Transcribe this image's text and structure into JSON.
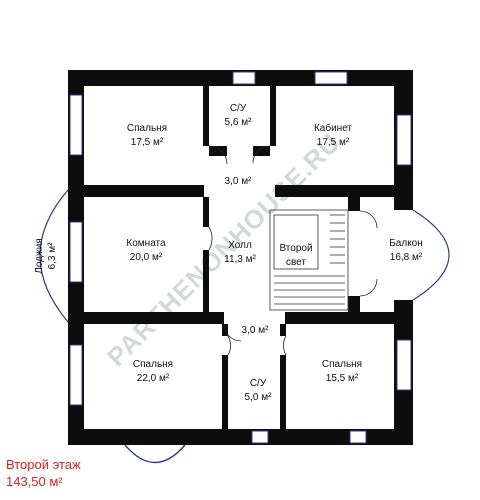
{
  "watermark": "PARTHENONHOUSE.RU",
  "rooms": [
    {
      "id": "bedroom1",
      "name": "Спальня",
      "area": "17,5 м²"
    },
    {
      "id": "wc1",
      "name": "С/У",
      "area": "5,6 м²"
    },
    {
      "id": "office",
      "name": "Кабинет",
      "area": "17,5 м²"
    },
    {
      "id": "corridor1",
      "name": "",
      "area": "3,0 м²"
    },
    {
      "id": "room",
      "name": "Комната",
      "area": "20,0 м²"
    },
    {
      "id": "hall",
      "name": "Холл",
      "area": "11,3 м²"
    },
    {
      "id": "second-light1",
      "name": "Второй",
      "area": ""
    },
    {
      "id": "second-light2",
      "name": "свет",
      "area": ""
    },
    {
      "id": "balcony",
      "name": "Балкон",
      "area": "16,8 м²"
    },
    {
      "id": "loggia",
      "name": "Лоджия",
      "area": "6,3 м²"
    },
    {
      "id": "corridor2",
      "name": "",
      "area": "3,0 м²"
    },
    {
      "id": "bedroom2",
      "name": "Спальня",
      "area": "22,0 м²"
    },
    {
      "id": "wc2",
      "name": "С/У",
      "area": "5,0 м²"
    },
    {
      "id": "bedroom3",
      "name": "Спальня",
      "area": "15,5 м²"
    }
  ],
  "floor": {
    "title": "Второй этаж",
    "area": "143,50 м²"
  },
  "colors": {
    "wall": "#0d0d0d",
    "window": "#2b3a8f",
    "text": "#111111",
    "accent": "#d81e1e"
  }
}
